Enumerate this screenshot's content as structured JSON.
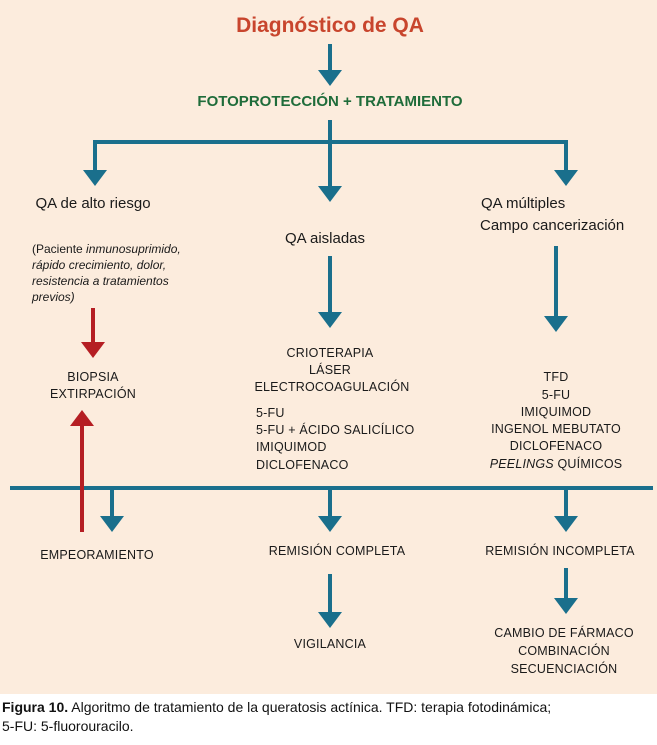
{
  "title": "Diagnóstico de QA",
  "subtitle": "FOTOPROTECCIÓN + TRATAMIENTO",
  "left": {
    "heading": "QA de alto riesgo",
    "note_open": "(Paciente ",
    "note_italic_1": "inmunosuprimido,",
    "note_line_2": "rápido crecimiento, dolor,",
    "note_line_3": "resistencia a tratamientos",
    "note_line_4": "previos)",
    "action_1": "BIOPSIA",
    "action_2": "EXTIRPACIÓN",
    "outcome": "EMPEORAMIENTO"
  },
  "center": {
    "heading": "QA aisladas",
    "group_1": [
      "CRIOTERAPIA",
      "LÁSER",
      "ELECTROCOAGULACIÓN"
    ],
    "group_2": [
      "5-FU",
      "5-FU + ÁCIDO SALICÍLICO",
      "IMIQUIMOD",
      "DICLOFENACO"
    ],
    "outcome": "REMISIÓN COMPLETA",
    "followup": "VIGILANCIA"
  },
  "right": {
    "heading_1": "QA múltiples",
    "heading_2": "Campo cancerización",
    "treatments": [
      "TFD",
      "5-FU",
      "IMIQUIMOD",
      "INGENOL MEBUTATO",
      "DICLOFENACO"
    ],
    "last_italic": "PEELINGS",
    "last_rest": " QUÍMICOS",
    "outcome": "REMISIÓN INCOMPLETA",
    "followup": [
      "CAMBIO DE FÁRMACO",
      "COMBINACIÓN",
      "SECUENCIACIÓN"
    ]
  },
  "caption": {
    "label": "Figura 10.",
    "text_1": " Algoritmo de tratamiento de la queratosis actínica. TFD: terapia fotodinámica;",
    "text_2": "5-FU: 5-fluorouracilo."
  },
  "colors": {
    "background": "#fcecdd",
    "connector": "#1a6f8c",
    "red_arrow": "#b51e23",
    "title": "#c8452d",
    "subtitle": "#1f6c3a"
  }
}
